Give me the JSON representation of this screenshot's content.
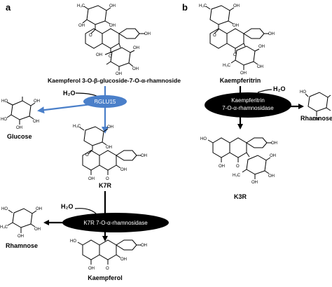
{
  "panels": {
    "a": {
      "letter": "a",
      "substrate_label": "Kaempferol 3-O-β-glucoside-7-O-α-rhamnoside",
      "water_1": "H₂O",
      "enzyme_1": "BGLU15",
      "byproduct_1": "Glucose",
      "intermediate_label": "K7R",
      "water_2": "H₂O",
      "enzyme_2": "K7R 7-O-α-rhamnosidase",
      "byproduct_2": "Rhamnose",
      "product_label": "Kaempferol"
    },
    "b": {
      "letter": "b",
      "substrate_label": "Kaempferitrin",
      "water": "H₂O",
      "enzyme_line1": "Kaempferitrin",
      "enzyme_line2": "7-O-α-rhamnosidase",
      "byproduct": "Rhamnose",
      "product_label": "K3R"
    }
  },
  "structure_atom_labels": {
    "hydroxyl": "OH",
    "oxygen": "O",
    "methyl": "H₃C",
    "hydroxyl_left": "HO"
  },
  "colors": {
    "bglu15_fill": "#4a7fc9",
    "blue_arrow": "#4a7fc9",
    "enzyme_fill": "#000000",
    "enzyme_text": "#ffffff",
    "text": "#000000"
  }
}
